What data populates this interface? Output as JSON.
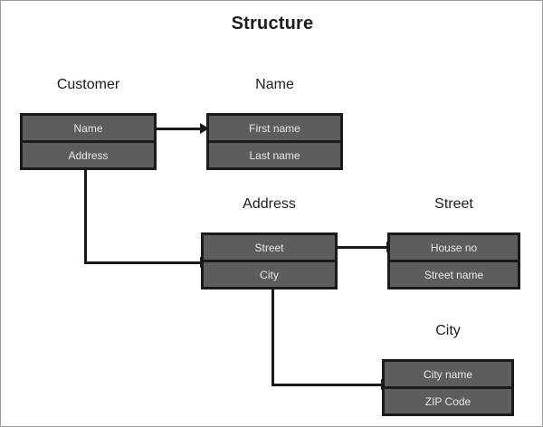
{
  "diagram": {
    "title": "Structure",
    "type": "hierarchical-structure-diagram",
    "colors": {
      "box_fill": "#5d5d5d",
      "box_border": "#1a1a1a",
      "row_text": "#e8e8e8",
      "label_text": "#1c1c1c",
      "connector": "#1a1a1a",
      "background": "#ffffff",
      "frame_border": "#9a9a9a"
    },
    "entities": [
      {
        "id": "customer",
        "label": "Customer",
        "rows": [
          {
            "id": "customer-name",
            "text": "Name"
          },
          {
            "id": "customer-address",
            "text": "Address"
          }
        ]
      },
      {
        "id": "name",
        "label": "Name",
        "rows": [
          {
            "id": "name-first",
            "text": "First name"
          },
          {
            "id": "name-last",
            "text": "Last name"
          }
        ]
      },
      {
        "id": "address",
        "label": "Address",
        "rows": [
          {
            "id": "address-street",
            "text": "Street"
          },
          {
            "id": "address-city",
            "text": "City"
          }
        ]
      },
      {
        "id": "street",
        "label": "Street",
        "rows": [
          {
            "id": "street-house-no",
            "text": "House no"
          },
          {
            "id": "street-name",
            "text": "Street name"
          }
        ]
      },
      {
        "id": "city",
        "label": "City",
        "rows": [
          {
            "id": "city-name",
            "text": "City name"
          },
          {
            "id": "city-zip",
            "text": "ZIP Code"
          }
        ]
      }
    ],
    "connections": [
      {
        "id": "customer-name-to-name",
        "from": "customer.Name",
        "to": "name",
        "style": "straight-arrow"
      },
      {
        "id": "customer-address-to-address",
        "from": "customer.Address",
        "to": "address",
        "style": "elbow-arrow"
      },
      {
        "id": "address-street-to-street",
        "from": "address.Street",
        "to": "street",
        "style": "straight-arrow"
      },
      {
        "id": "address-city-to-city",
        "from": "address.City",
        "to": "city",
        "style": "elbow-arrow"
      }
    ]
  }
}
